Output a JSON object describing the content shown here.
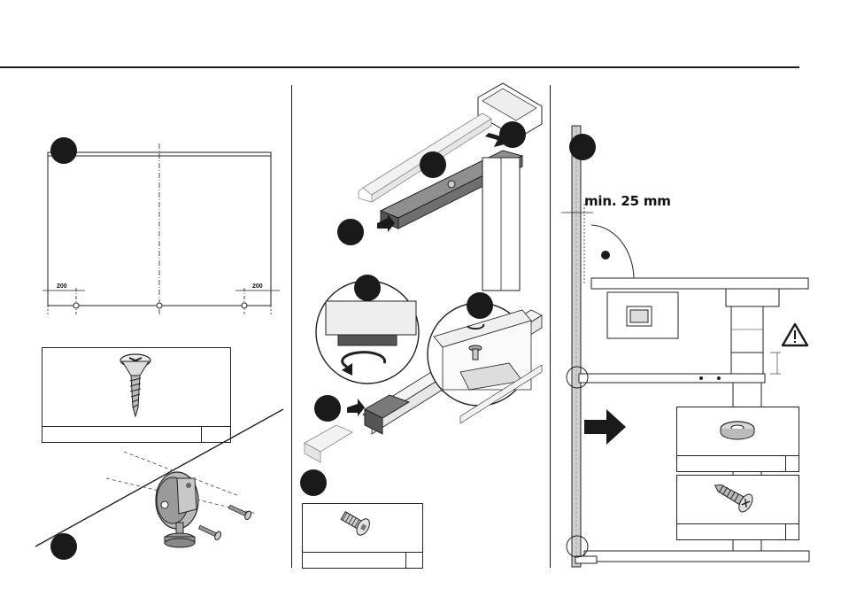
{
  "panel1": {
    "dimension_left": "200",
    "dimension_right": "200"
  },
  "panel3": {
    "min_clearance_label": "min. 25 mm"
  },
  "icons": {
    "step_marker": "filled-circle-badge",
    "screw": "countersunk-wood-screw-icon",
    "bolt": "hex-socket-bolt-icon",
    "washer": "washer-icon",
    "tapping_screw": "pan-head-tapping-screw-icon",
    "warning": "warning-triangle-icon",
    "direction": "arrow-right-icon",
    "rotate": "rotate-arrow-icon"
  },
  "colors": {
    "ink": "#1a1a1a",
    "shade": "#9a9a9a",
    "light_shade": "#cfcfcf"
  }
}
